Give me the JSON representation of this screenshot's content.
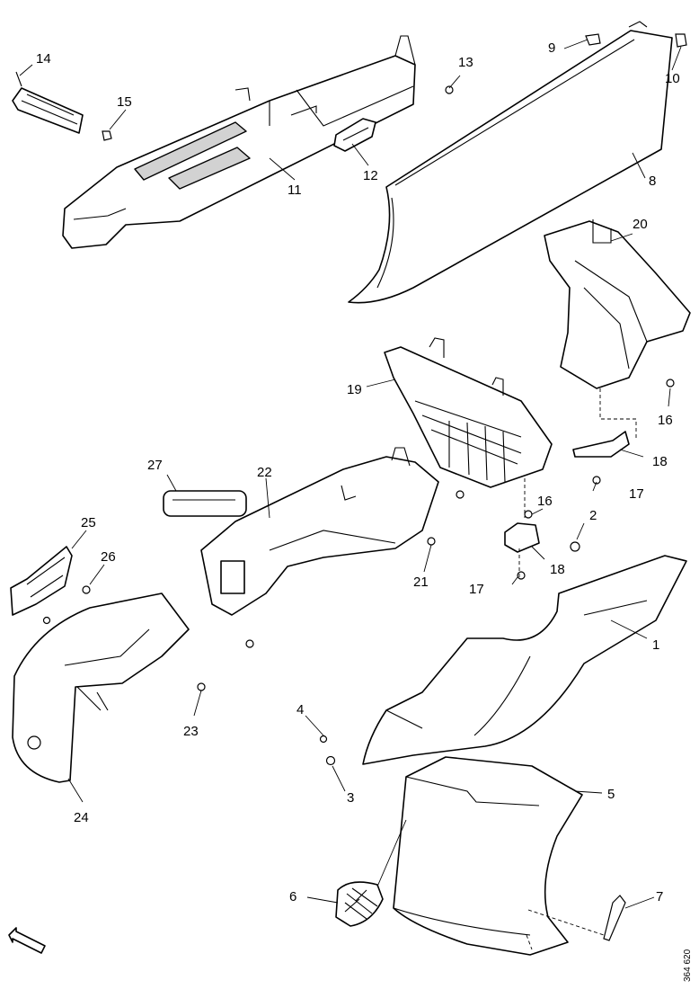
{
  "diagram": {
    "reference_code": "364 620",
    "callouts": {
      "c1": "1",
      "c2": "2",
      "c3": "3",
      "c4": "4",
      "c5": "5",
      "c6": "6",
      "c7": "7",
      "c8": "8",
      "c9": "9",
      "c10": "10",
      "c11": "11",
      "c12": "12",
      "c13": "13",
      "c14": "14",
      "c15": "15",
      "c16a": "16",
      "c16b": "16",
      "c17a": "17",
      "c17b": "17",
      "c18a": "18",
      "c18b": "18",
      "c19": "19",
      "c20": "20",
      "c21": "21",
      "c22": "22",
      "c23": "23",
      "c24": "24",
      "c25": "25",
      "c26": "26",
      "c27": "27"
    },
    "icons": {
      "direction": "arrow-icon"
    }
  }
}
